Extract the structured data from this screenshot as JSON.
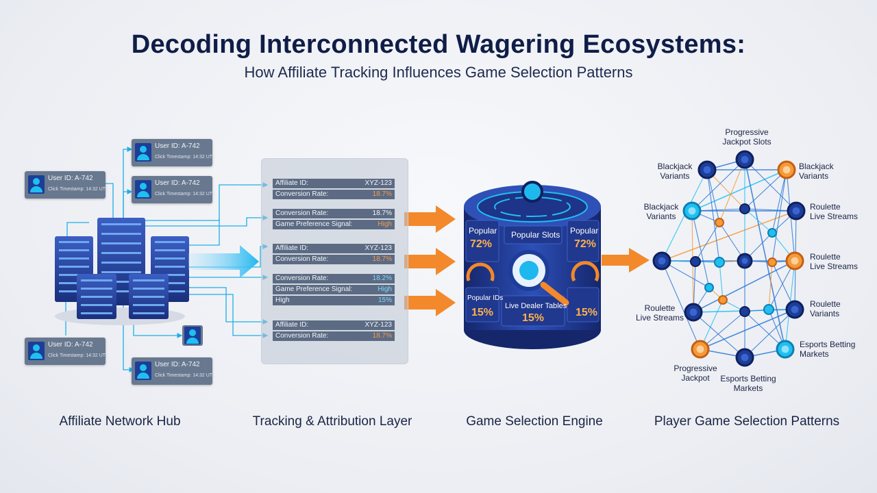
{
  "header": {
    "title": "Decoding Interconnected Wagering Ecosystems:",
    "subtitle": "How Affiliate Tracking Influences Game Selection Patterns"
  },
  "sections": {
    "hub": "Affiliate Network Hub",
    "tracking": "Tracking & Attribution Layer",
    "engine": "Game Selection Engine",
    "patterns": "Player Game Selection Patterns"
  },
  "user_cards": [
    {
      "uid": "User ID: A-742",
      "ts": "Click Timestamp: 14:32 UTC"
    },
    {
      "uid": "User ID: A-742",
      "ts": "Click Timestamp: 14:32 UTC"
    },
    {
      "uid": "User ID: A-742",
      "ts": "Click Timestamp: 14:32 UTC"
    },
    {
      "uid": "User ID: A-742",
      "ts": "Click Timestamp: 14:32 UTC"
    },
    {
      "uid": "User ID: A-742",
      "ts": "Click Timestamp: 14:32 UTC"
    }
  ],
  "tracking_rows": [
    {
      "k": "Affiliate ID:",
      "v": "XYZ-123"
    },
    {
      "k": "Conversion Rate:",
      "v": "18.7%"
    },
    {
      "k": "Conversion Rate:",
      "v": "18.7%"
    },
    {
      "k": "Game Preference Signal:",
      "v": "High"
    },
    {
      "k": "Affiliate ID:",
      "v": "XYZ-123"
    },
    {
      "k": "Conversion Rate:",
      "v": "18.7%"
    },
    {
      "k": "Conversion Rate:",
      "v": "18.2%"
    },
    {
      "k": "Game Preference Signal:",
      "v": "High"
    },
    {
      "k": "High",
      "v": "15%"
    },
    {
      "k": "Affiliate ID:",
      "v": "XYZ-123"
    },
    {
      "k": "Conversion Rate:",
      "v": "18.7%"
    }
  ],
  "engine": {
    "popular_slots": "Popular Slots",
    "live_dealer": "Live Dealer Tables",
    "popular_left": "Popular",
    "popular_right": "Popular",
    "pct_left": "72%",
    "pct_right": "72%",
    "popular_ids": "Popular IDs",
    "pct_live": "15%",
    "pct_bl": "15%",
    "pct_br": "15%"
  },
  "patterns": [
    "Progressive\nJackpot Slots",
    "Blackjack\nVariants",
    "Blackjack\nVariants",
    "Blackjack\nVariants",
    "Roulette\nLive Streams",
    "Roulette\nLive Streams",
    "Roulette\nLive Streams",
    "Roulette\nVariants",
    "Esports Betting\nMarkets",
    "Progressive\nJackpot",
    "Esports Betting\nMarkets"
  ],
  "colors": {
    "navy": "#1c3e98",
    "cyan": "#1fc0f0",
    "orange": "#f39a3a",
    "line_blue": "#2a77d6"
  }
}
